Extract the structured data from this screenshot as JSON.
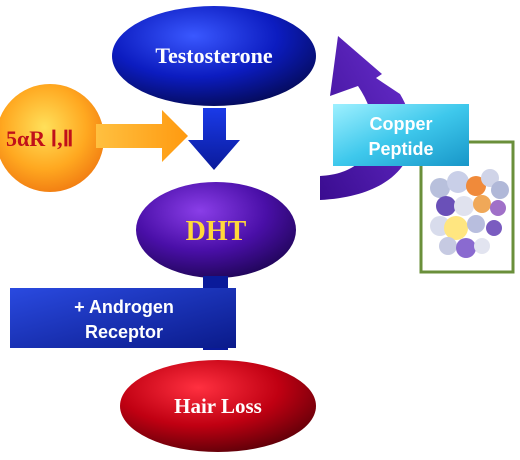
{
  "nodes": {
    "testosterone": "Testosterone",
    "dht": "DHT",
    "hair_loss": "Hair Loss",
    "enzyme_prefix": "5",
    "enzyme_alpha": "α",
    "enzyme_suffix": "R  Ⅰ,Ⅱ"
  },
  "boxes": {
    "copper_line1": "Copper",
    "copper_line2": "Peptide",
    "androgen_line1": "+ Androgen",
    "androgen_line2": "Receptor"
  },
  "colors": {
    "blue_node": "#0a1a9a",
    "purple_node": "#4a0d9e",
    "red_node": "#b30012",
    "orange_circle": "#ff9a1a",
    "copper_box": "#3ec8ec",
    "androgen_box": "#1432b8",
    "molecule_frame": "#6a8f3a",
    "purple_arrow": "#4a1aa8"
  }
}
